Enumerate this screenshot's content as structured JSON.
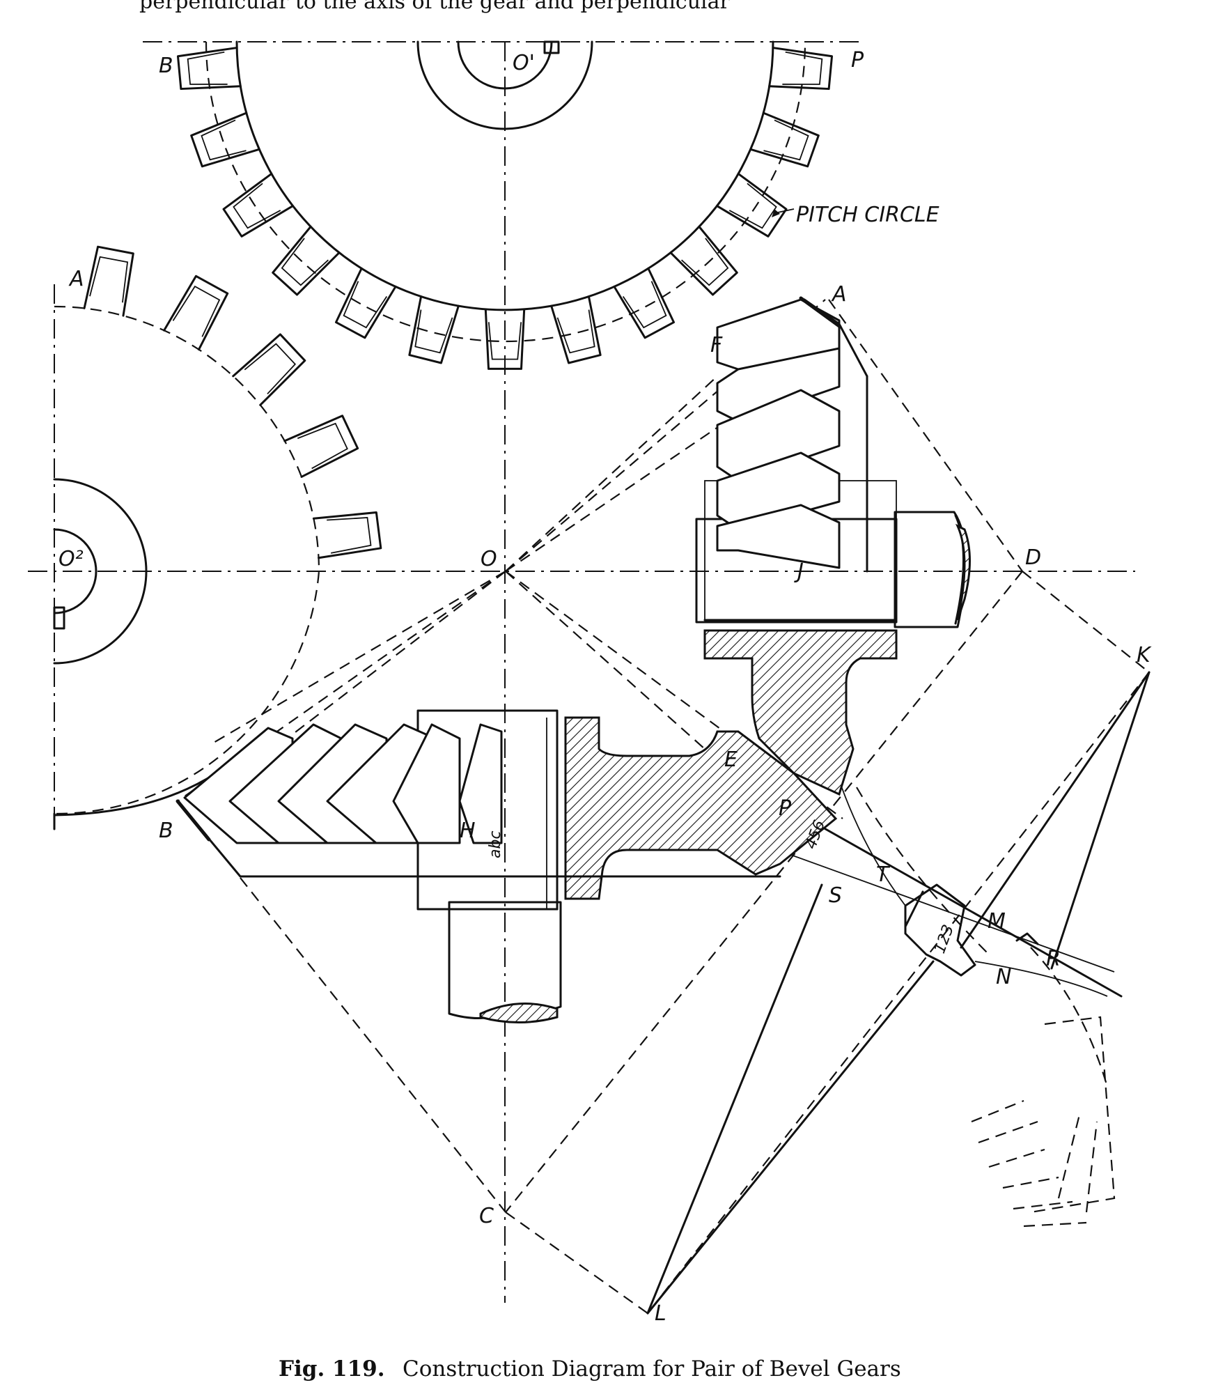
{
  "page_header_fragment": "perpendicular to the axis of the gear and perpendicular",
  "caption": {
    "figure_number": "Fig. 119.",
    "title": "Construction Diagram for Pair of Bevel Gears"
  },
  "labels": {
    "A_top": "A",
    "A_left": "A",
    "B_top": "B",
    "B_left": "B",
    "P_top": "P",
    "P_mid": "P",
    "O": "O",
    "O1": "O'",
    "O2": "O²",
    "D": "D",
    "K": "K",
    "F": "F",
    "J": "J",
    "E": "E",
    "H": "H",
    "abc": "abc",
    "S": "S",
    "T": "T",
    "M": "M",
    "N": "N",
    "R": "R",
    "C": "C",
    "L": "L",
    "num_456": "456",
    "num_123": "123",
    "pitch_circle": "PITCH CIRCLE"
  },
  "colors": {
    "ink": "#111111",
    "paper": "#ffffff"
  }
}
